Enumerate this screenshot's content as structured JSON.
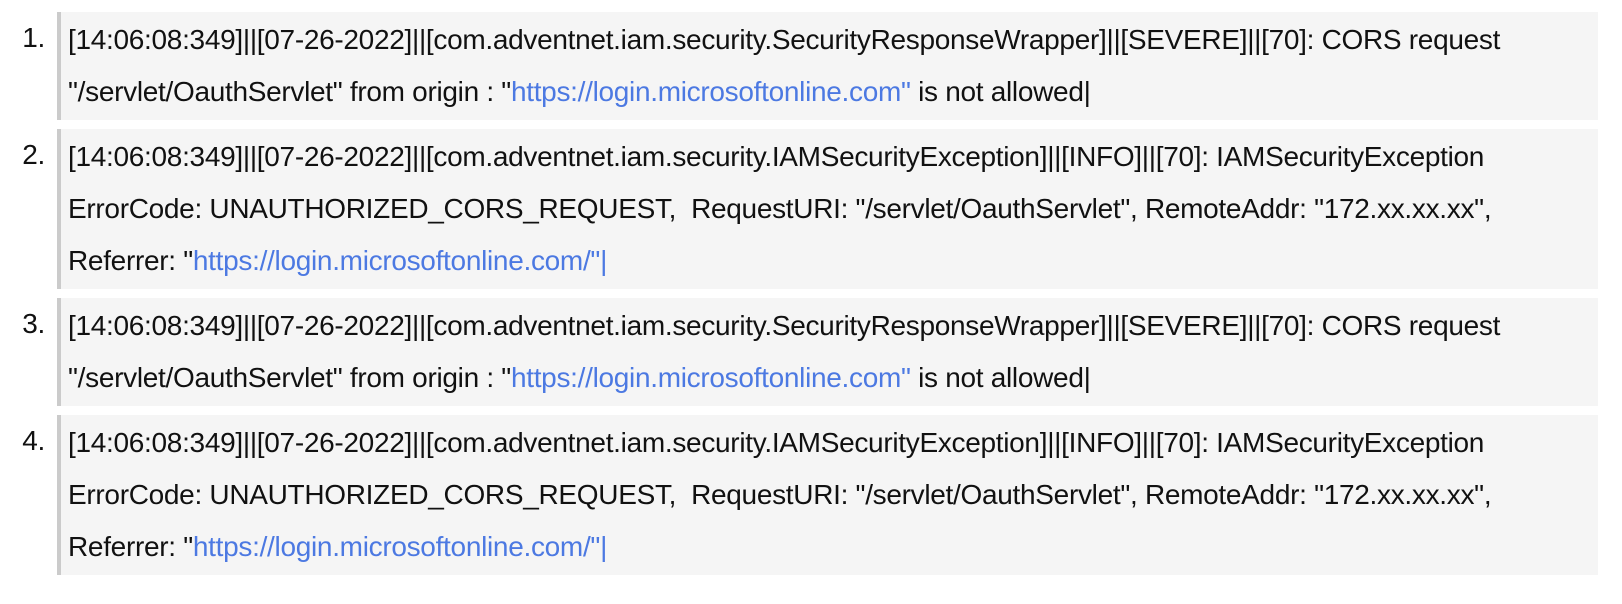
{
  "colors": {
    "text": "#111111",
    "block_bg": "#f5f5f5",
    "block_border": "#cbcbcb",
    "link": "#4c79e2"
  },
  "log_list": {
    "items": [
      {
        "number": "1.",
        "segments": [
          {
            "type": "text",
            "text": "[14:06:08:349]||[07-26-2022]||[com.adventnet.iam.security.SecurityResponseWrapper]||[SEVERE]||[70]: CORS request \"/servlet/OauthServlet\" from origin : \""
          },
          {
            "type": "link",
            "text": "https://login.microsoftonline.com\""
          },
          {
            "type": "text",
            "text": " is not allowed|"
          }
        ]
      },
      {
        "number": "2.",
        "segments": [
          {
            "type": "text",
            "text": "[14:06:08:349]||[07-26-2022]||[com.adventnet.iam.security.IAMSecurityException]||[INFO]||[70]: IAMSecurityException ErrorCode: UNAUTHORIZED_CORS_REQUEST,  RequestURI: \"/servlet/OauthServlet\", RemoteAddr: \"172.xx.xx.xx\", Referrer: \""
          },
          {
            "type": "link",
            "text": "https://login.microsoftonline.com/\"|"
          }
        ]
      },
      {
        "number": "3.",
        "segments": [
          {
            "type": "text",
            "text": "[14:06:08:349]||[07-26-2022]||[com.adventnet.iam.security.SecurityResponseWrapper]||[SEVERE]||[70]: CORS request \"/servlet/OauthServlet\" from origin : \""
          },
          {
            "type": "link",
            "text": "https://login.microsoftonline.com\""
          },
          {
            "type": "text",
            "text": " is not allowed|"
          }
        ]
      },
      {
        "number": "4.",
        "segments": [
          {
            "type": "text",
            "text": "[14:06:08:349]||[07-26-2022]||[com.adventnet.iam.security.IAMSecurityException]||[INFO]||[70]: IAMSecurityException ErrorCode: UNAUTHORIZED_CORS_REQUEST,  RequestURI: \"/servlet/OauthServlet\", RemoteAddr: \"172.xx.xx.xx\", Referrer: \""
          },
          {
            "type": "link",
            "text": "https://login.microsoftonline.com/\"|"
          }
        ]
      }
    ]
  }
}
